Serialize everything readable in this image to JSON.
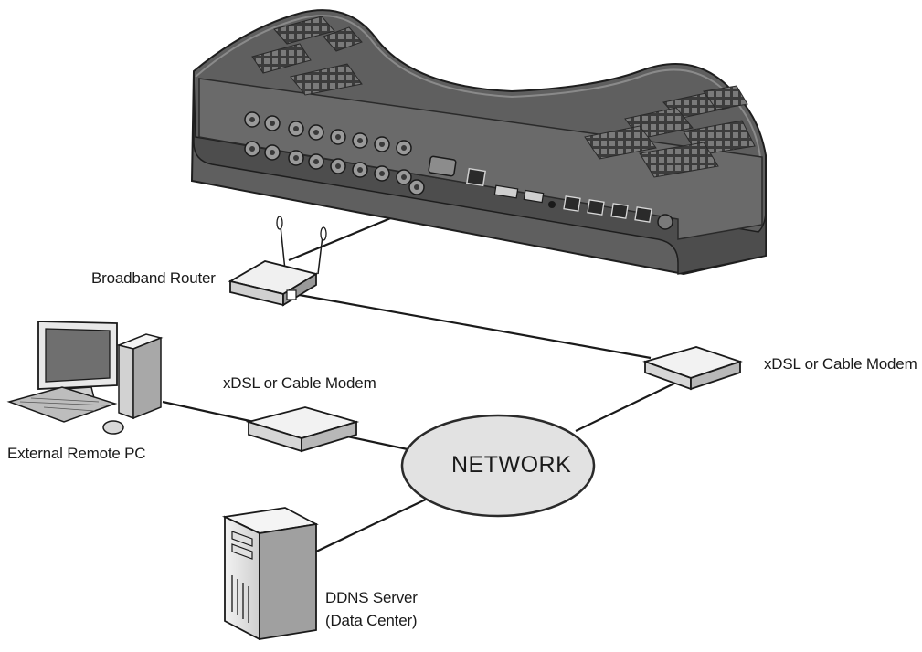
{
  "labels": {
    "router": "Broadband Router",
    "modem_right": "xDSL or Cable Modem",
    "modem_left": "xDSL or Cable Modem",
    "remote_pc": "External Remote PC",
    "network": "NETWORK",
    "ddns_line1": "DDNS Server",
    "ddns_line2": "(Data Center)"
  },
  "colors": {
    "device_body": "#6d6d6d",
    "device_dark": "#4a4a4a",
    "network_fill": "#e2e2e2",
    "line": "#1a1a1a"
  }
}
